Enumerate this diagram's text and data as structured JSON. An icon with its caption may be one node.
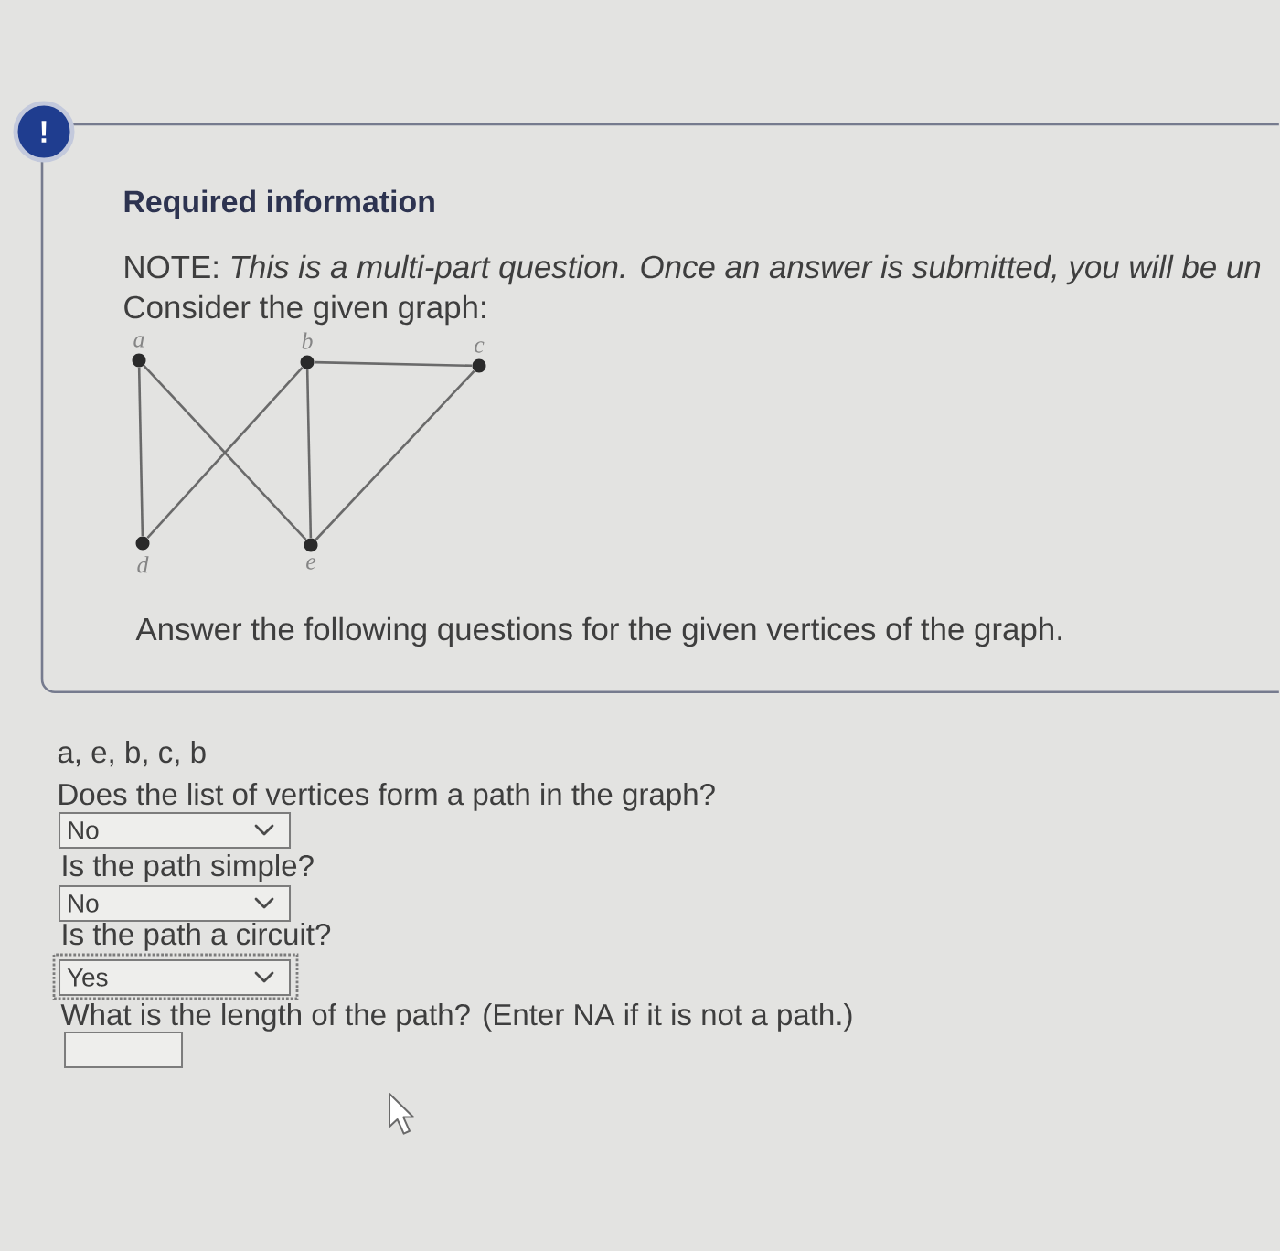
{
  "diagram": {
    "nodes": [
      {
        "text": [
          "!"
        ]
      },
      {
        "text": [
          "Required information",
          "NOTE: *This is a multi-part question. Once an answer is submitted, you will be un*",
          "Consider the given graph:",
          "Answer the following questions for the given vertices of the graph."
        ]
      },
      {
        "text": [
          "a"
        ],
        "in": 1
      },
      {
        "text": [
          "b"
        ],
        "in": 1
      },
      {
        "text": [
          "c"
        ],
        "in": 1
      },
      {
        "text": [
          "d"
        ],
        "in": 1
      },
      {
        "text": [
          "e"
        ],
        "in": 1
      },
      {
        "text": [
          "No"
        ]
      },
      {
        "text": [
          "No"
        ]
      },
      {
        "text": [
          "Yes"
        ]
      },
      {
        "text": [],
        "shape": "box"
      }
    ],
    "edges": [
      {
        "from": 2,
        "to": 5,
        "arrow": "none"
      },
      {
        "from": 2,
        "to": 6,
        "arrow": "none"
      },
      {
        "from": 3,
        "to": 4,
        "arrow": "none"
      },
      {
        "from": 3,
        "to": 5,
        "arrow": "none"
      },
      {
        "from": 3,
        "to": 6,
        "arrow": "none"
      },
      {
        "from": 4,
        "to": 6,
        "arrow": "none"
      }
    ],
    "labels": [
      "a, e, b, c, b",
      "Does the list of vertices form a path in the graph?",
      "Is the path simple?",
      "Is the path a circuit?",
      "What is the length of the path? (Enter NA if it is not a path.)"
    ]
  }
}
